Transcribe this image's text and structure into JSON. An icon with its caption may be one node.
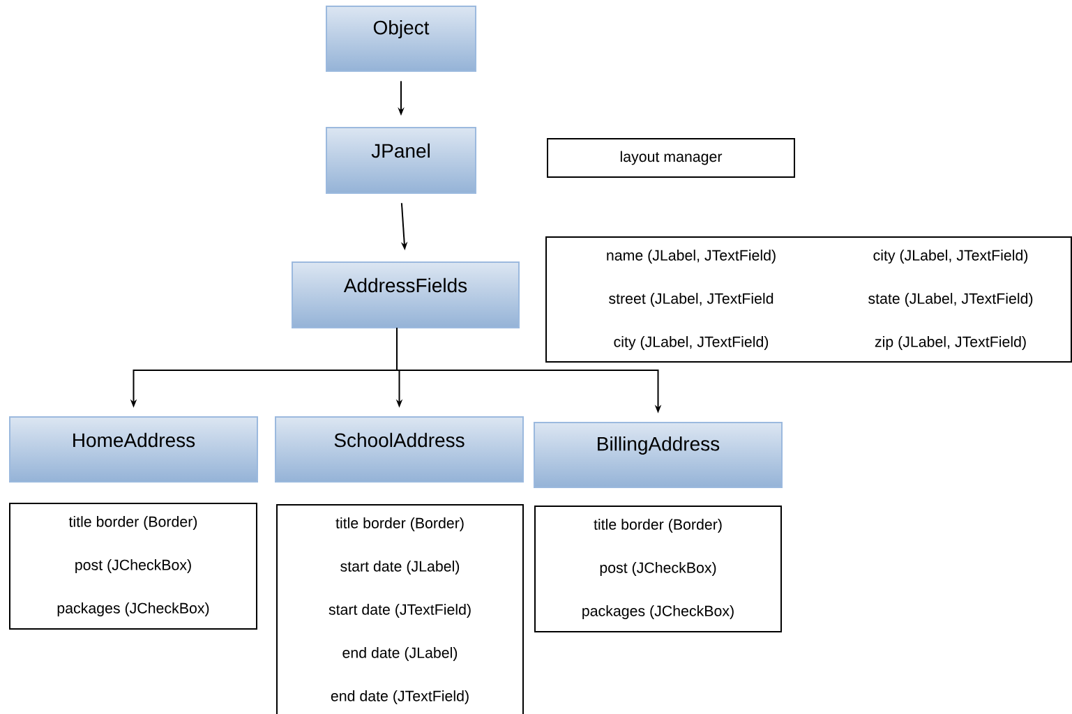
{
  "diagram": {
    "nodes": [
      {
        "text": [
          "Object"
        ]
      },
      {
        "text": [
          "JPanel"
        ]
      },
      {
        "text": [
          "layout manager"
        ]
      },
      {
        "text": [
          "AddressFields"
        ]
      },
      {
        "text": [
          "name (JLabel, JTextField)",
          "city (JLabel, JTextField)",
          "street (JLabel, JTextField",
          "state (JLabel, JTextField)",
          "city (JLabel, JTextField)",
          "zip (JLabel, JTextField)"
        ]
      },
      {
        "text": [
          "HomeAddress"
        ]
      },
      {
        "text": [
          "SchoolAddress"
        ]
      },
      {
        "text": [
          "BillingAddress"
        ]
      },
      {
        "text": [
          "title border (Border)",
          "post (JCheckBox)",
          "packages (JCheckBox)"
        ]
      },
      {
        "text": [
          "title border (Border)",
          "start date (JLabel)",
          "start date (JTextField)",
          "end date (JLabel)",
          "end date (JTextField)"
        ]
      },
      {
        "text": [
          "title border (Border)",
          "post (JCheckBox)",
          "packages (JCheckBox)"
        ]
      }
    ],
    "edges": [
      {
        "from": 0,
        "to": 1,
        "arrow": "to"
      },
      {
        "from": 1,
        "to": 3,
        "arrow": "to"
      },
      {
        "from": 3,
        "to": 5,
        "arrow": "to"
      },
      {
        "from": 3,
        "to": 6,
        "arrow": "to"
      },
      {
        "from": 3,
        "to": 7,
        "arrow": "to"
      }
    ]
  }
}
